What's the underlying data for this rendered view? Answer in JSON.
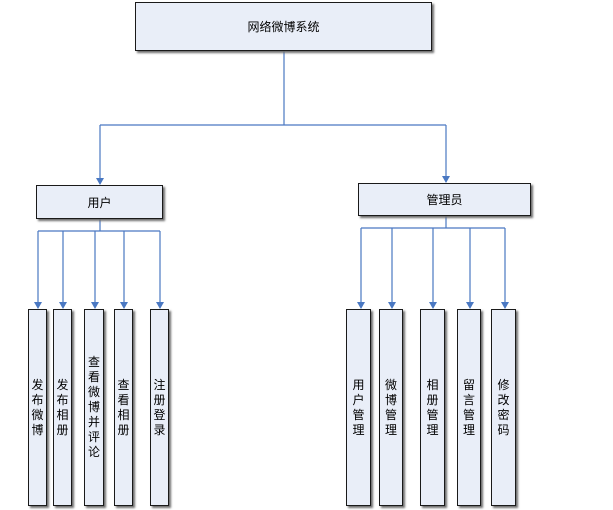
{
  "root": {
    "label": "网络微博系统"
  },
  "groups": [
    {
      "label": "用户",
      "children": [
        "发布微博",
        "发布相册",
        "查看微博并评论",
        "查看相册",
        "注册登录"
      ]
    },
    {
      "label": "管理员",
      "children": [
        "用户管理",
        "微博管理",
        "相册管理",
        "留言管理",
        "修改密码"
      ]
    }
  ],
  "colors": {
    "node_fill": "#e9eef8",
    "node_border": "#1a1a1a",
    "connector": "#4a78c2"
  }
}
